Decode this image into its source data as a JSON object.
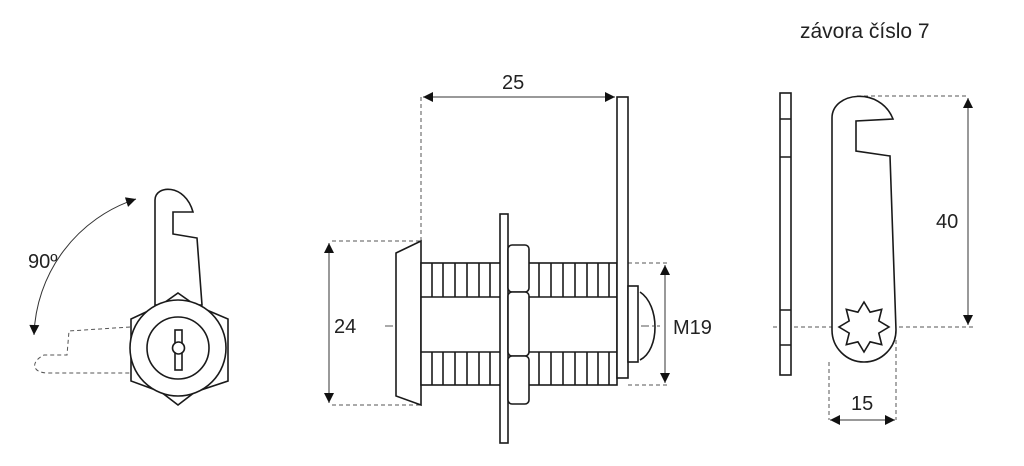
{
  "title": "závora číslo 7",
  "front_view": {
    "angle_label": "90º"
  },
  "side_view": {
    "length_label": "25",
    "flange_label": "24",
    "thread_label": "M19"
  },
  "cam_view": {
    "length_label": "40",
    "width_label": "15"
  }
}
